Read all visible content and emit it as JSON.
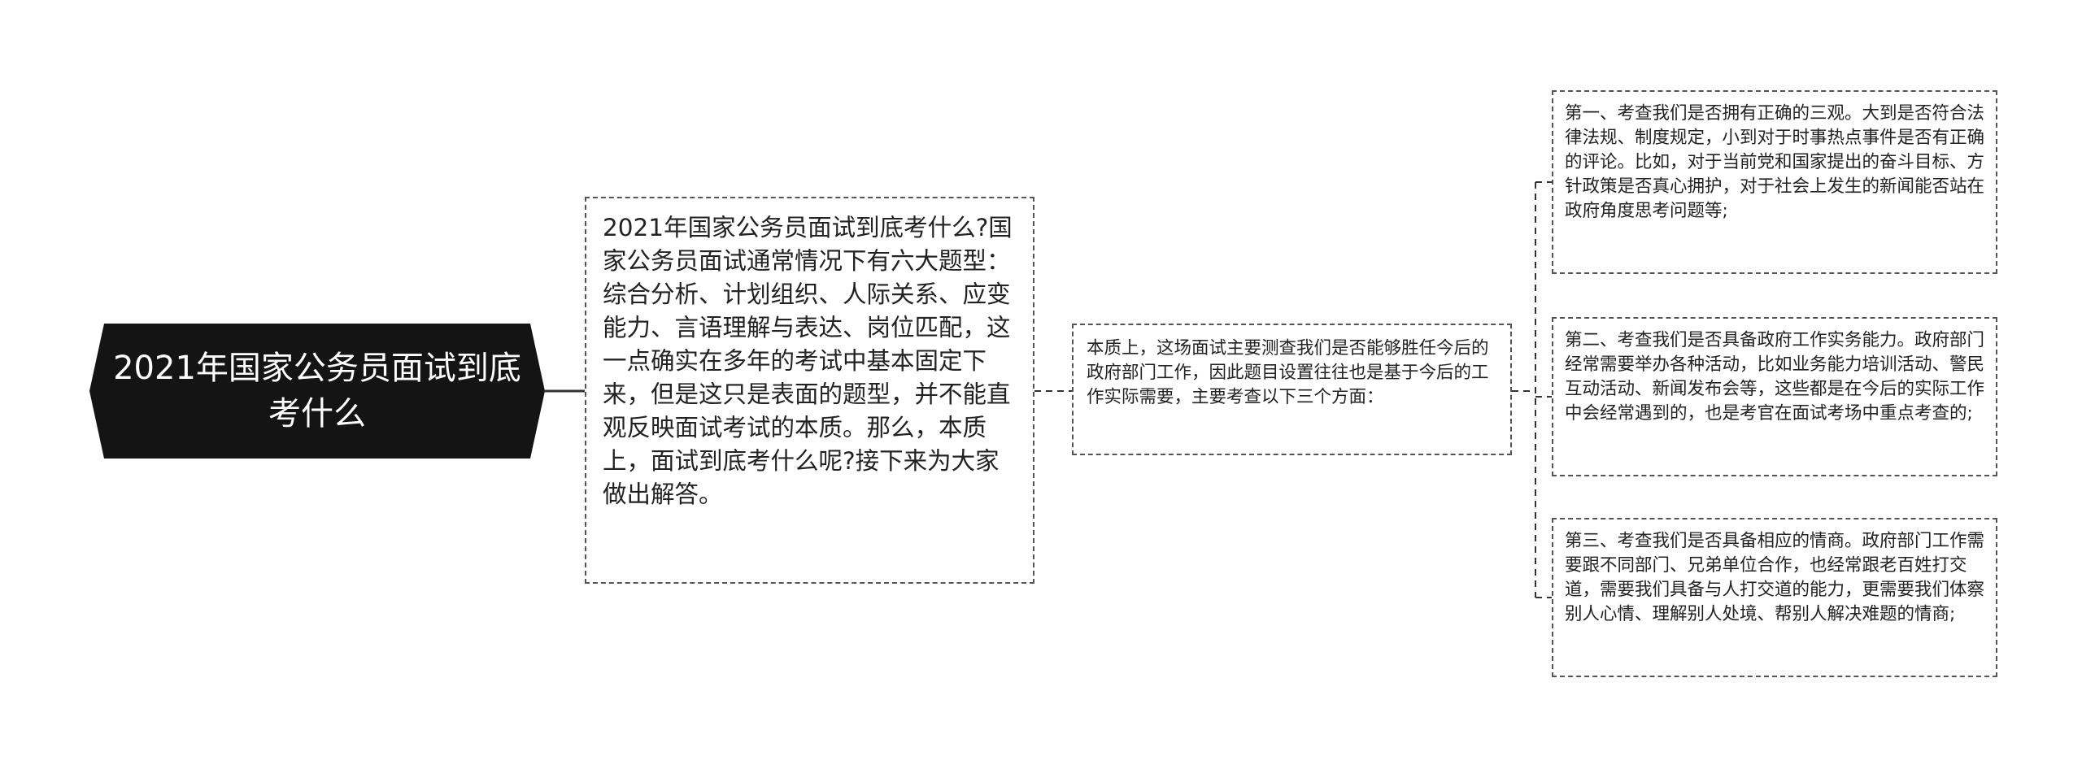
{
  "mindmap": {
    "root": {
      "title": "2021年国家公务员面试到底考什么"
    },
    "intro": {
      "text": "2021年国家公务员面试到底考什么?国家公务员面试通常情况下有六大题型：综合分析、计划组织、人际关系、应变能力、言语理解与表达、岗位匹配，这一点确实在多年的考试中基本固定下来，但是这只是表面的题型，并不能直观反映面试考试的本质。那么，本质上，面试到底考什么呢?接下来为大家做出解答。"
    },
    "essence": {
      "text": "本质上，这场面试主要测查我们是否能够胜任今后的政府部门工作，因此题目设置往往也是基于今后的工作实际需要，主要考查以下三个方面："
    },
    "points": [
      {
        "text": "第一、考查我们是否拥有正确的三观。大到是否符合法律法规、制度规定，小到对于时事热点事件是否有正确的评论。比如，对于当前党和国家提出的奋斗目标、方针政策是否真心拥护，对于社会上发生的新闻能否站在政府角度思考问题等;"
      },
      {
        "text": "第二、考查我们是否具备政府工作实务能力。政府部门经常需要举办各种活动，比如业务能力培训活动、警民互动活动、新闻发布会等，这些都是在今后的实际工作中会经常遇到的，也是考官在面试考场中重点考查的;"
      },
      {
        "text": "第三、考查我们是否具备相应的情商。政府部门工作需要跟不同部门、兄弟单位合作，也经常跟老百姓打交道，需要我们具备与人打交道的能力，更需要我们体察别人心情、理解别人处境、帮别人解决难题的情商;"
      }
    ]
  },
  "colors": {
    "root_fill": "#141414",
    "root_text": "#ffffff",
    "border": "#555555",
    "connector": "#333333",
    "text": "#222222",
    "background": "#ffffff"
  }
}
